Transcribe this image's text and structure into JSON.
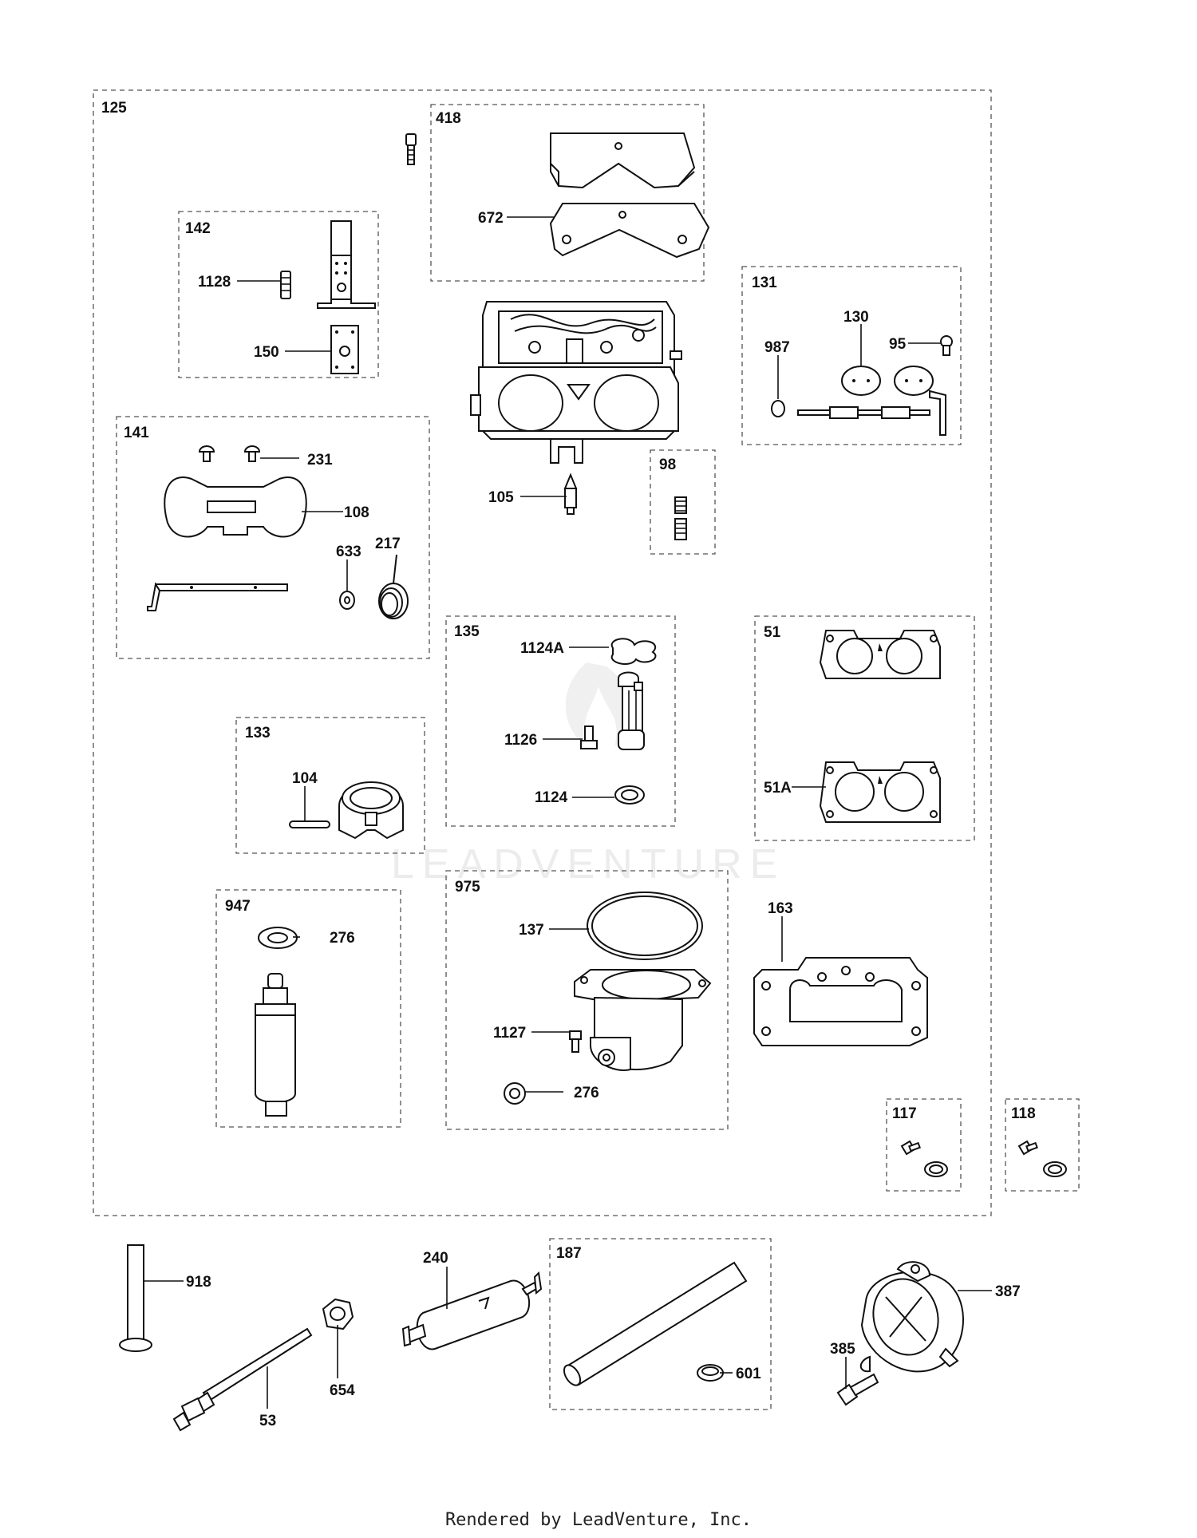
{
  "watermark": "LEADVENTURE",
  "footer": "Rendered by LeadVenture, Inc.",
  "labels": {
    "l125": "125",
    "l418": "418",
    "l672": "672",
    "l142": "142",
    "l1128": "1128",
    "l150": "150",
    "l131": "131",
    "l130": "130",
    "l987": "987",
    "l95": "95",
    "l141": "141",
    "l231": "231",
    "l108": "108",
    "l633": "633",
    "l217": "217",
    "l98": "98",
    "l105": "105",
    "l135": "135",
    "l1124A": "1124A",
    "l1126": "1126",
    "l1124": "1124",
    "l51": "51",
    "l51A": "51A",
    "l133": "133",
    "l104": "104",
    "l947": "947",
    "l276a": "276",
    "l975": "975",
    "l137": "137",
    "l1127": "1127",
    "l276b": "276",
    "l163": "163",
    "l117": "117",
    "l118": "118",
    "l918": "918",
    "l654": "654",
    "l53": "53",
    "l240": "240",
    "l187": "187",
    "l601": "601",
    "l387": "387",
    "l385": "385"
  },
  "icons": [
    "screw-icon",
    "carburetor-icon",
    "gasket-icon",
    "fuel-pump-icon",
    "fuel-filter-icon",
    "hose-icon",
    "clamp-icon"
  ]
}
